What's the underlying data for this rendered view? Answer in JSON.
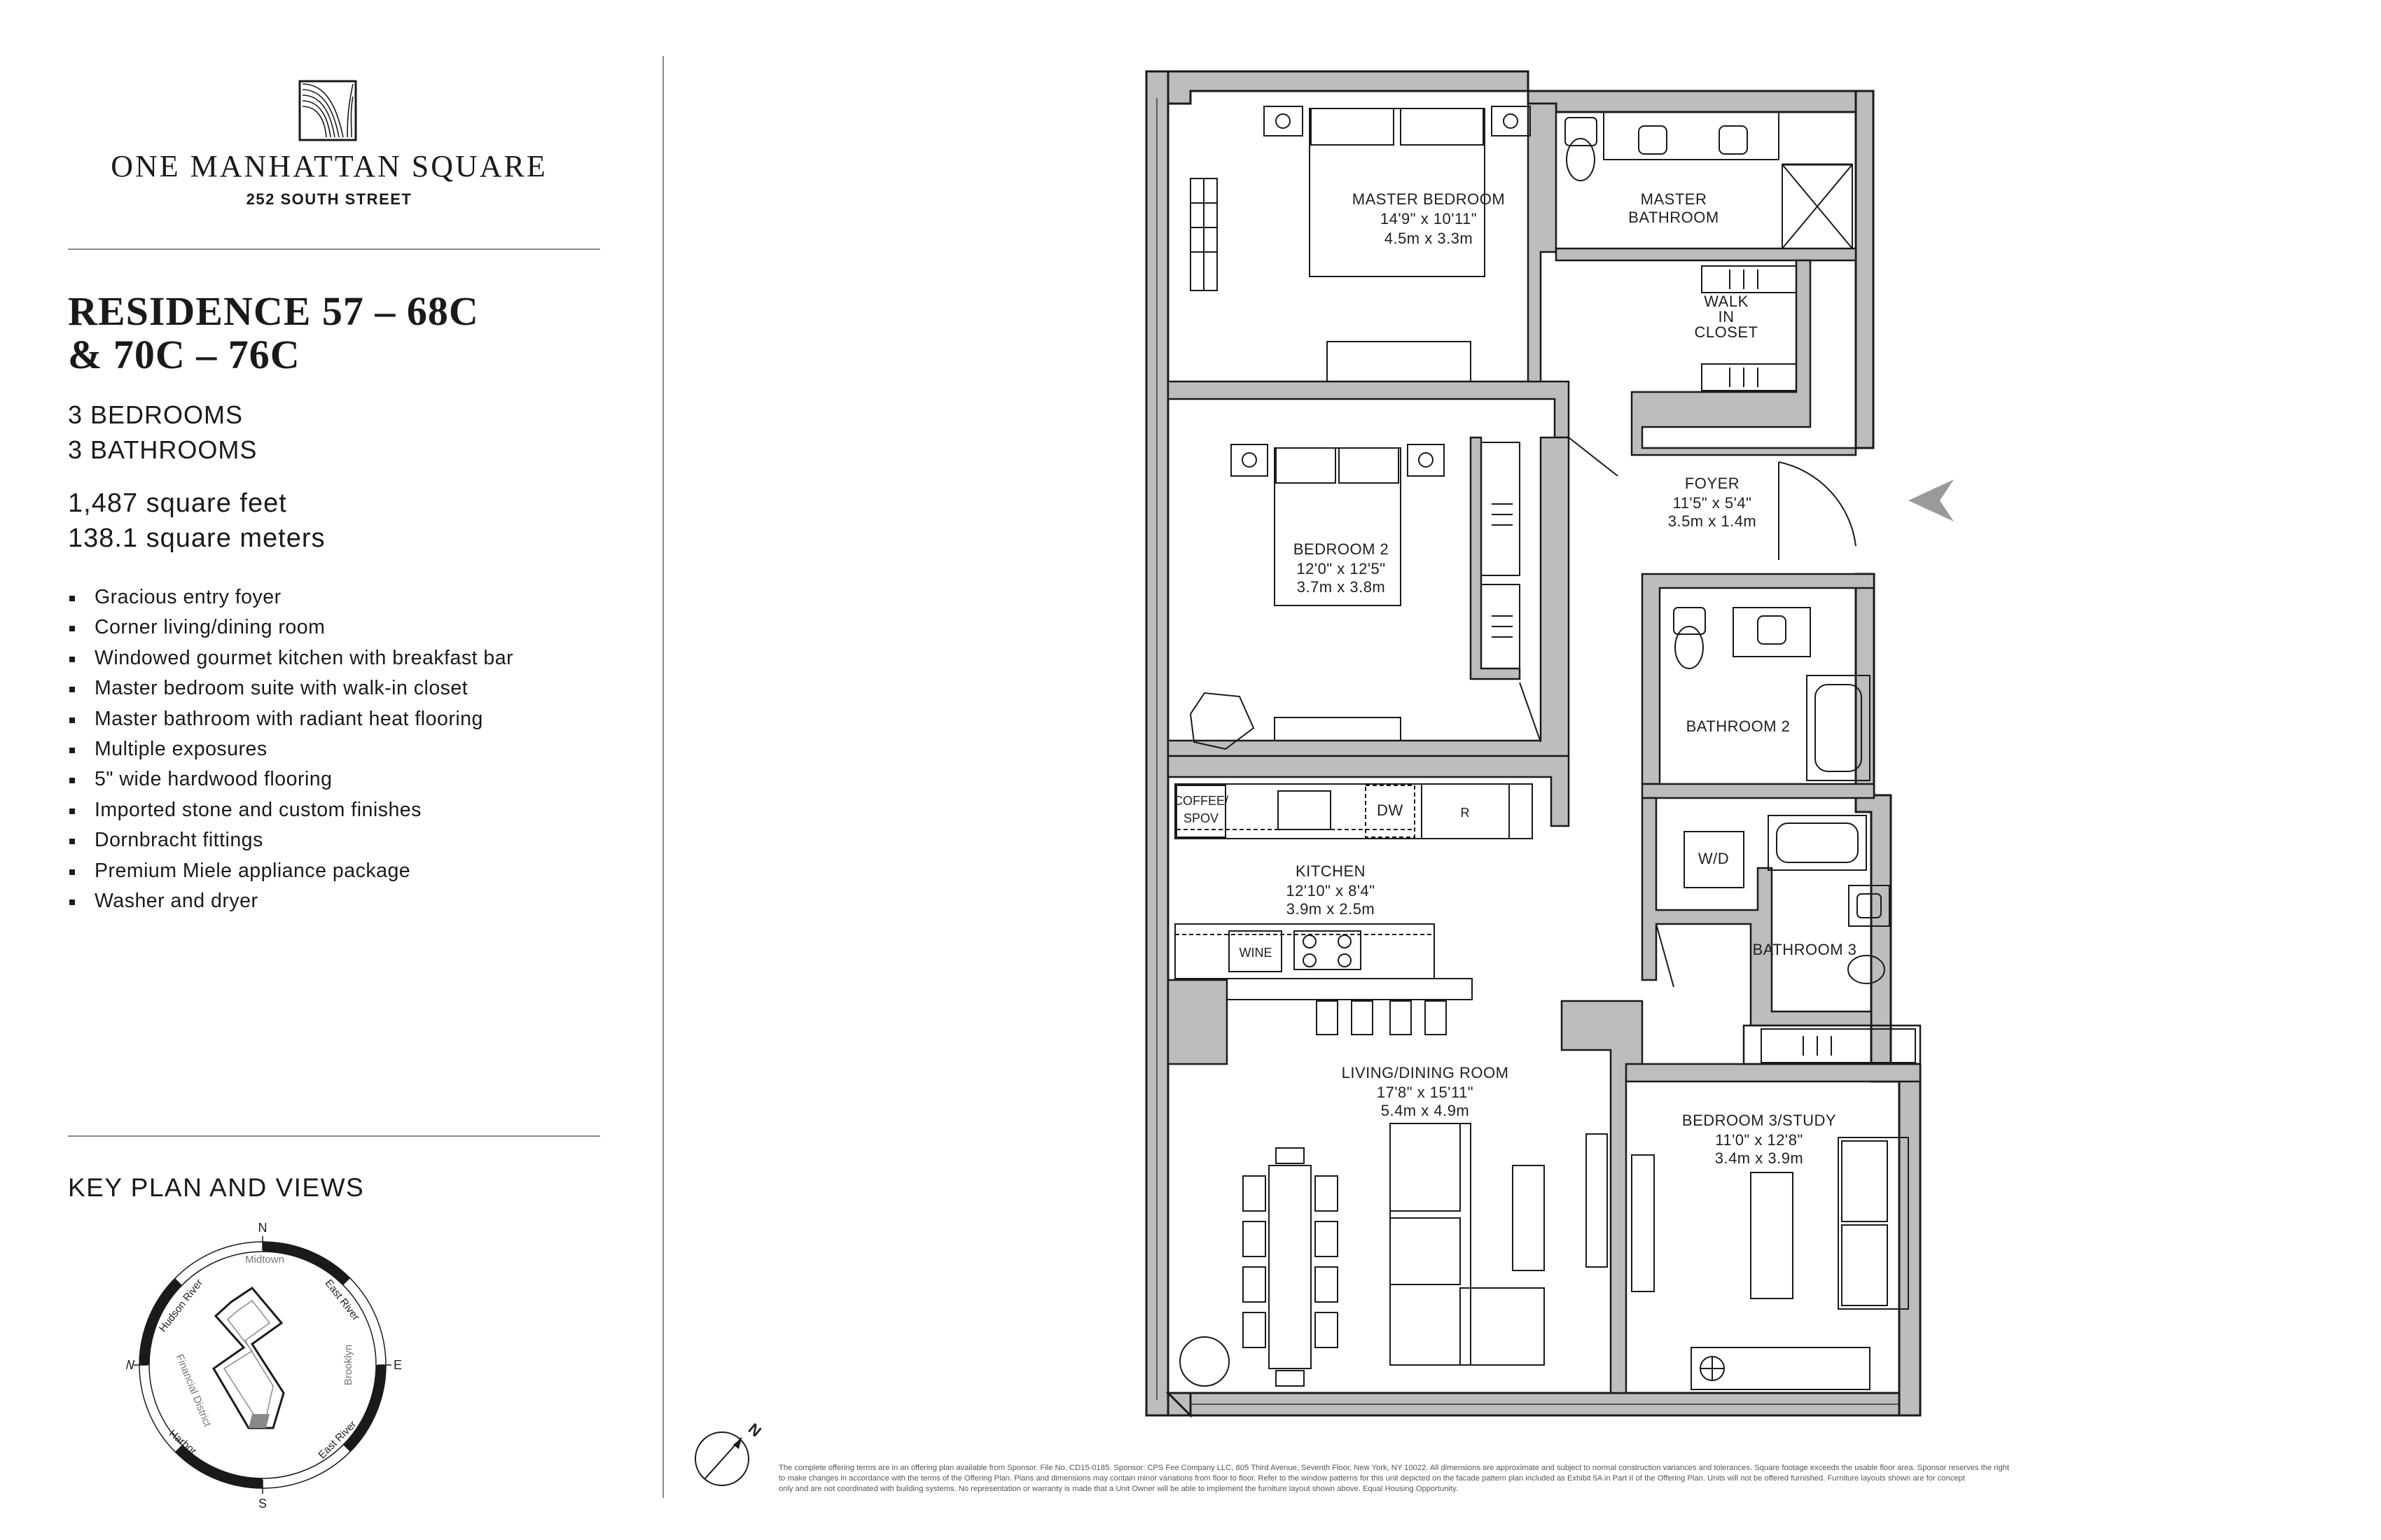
{
  "brand": {
    "name": "ONE MANHATTAN SQUARE",
    "address": "252 SOUTH STREET"
  },
  "residence": {
    "title_line1": "RESIDENCE 57 – 68C",
    "title_line2": "& 70C – 76C",
    "bedrooms": "3 BEDROOMS",
    "bathrooms": "3 BATHROOMS",
    "square_feet": "1,487 square feet",
    "square_meters": "138.1 square meters"
  },
  "features": [
    "Gracious entry foyer",
    "Corner living/dining room",
    "Windowed gourmet kitchen with breakfast bar",
    "Master bedroom suite with walk-in closet",
    "Master bathroom with radiant heat flooring",
    "Multiple exposures",
    "5\" wide hardwood flooring",
    "Imported stone and custom finishes",
    "Dornbracht fittings",
    "Premium Miele appliance package",
    "Washer and dryer"
  ],
  "key_plan": {
    "title": "KEY PLAN AND VIEWS",
    "compass": {
      "n": "N",
      "s": "S",
      "e": "E",
      "w": "W"
    },
    "labels": {
      "hudson_river": "Hudson River",
      "midtown": "Midtown",
      "east_river_top": "East River",
      "brooklyn": "Brooklyn",
      "financial_district": "Financial District",
      "harbor": "Harbor",
      "east_river_bottom": "East River"
    }
  },
  "rooms": {
    "master_bedroom": {
      "name": "MASTER BEDROOM",
      "imperial": "14'9\" x 10'11\"",
      "metric": "4.5m x 3.3m"
    },
    "master_bathroom": {
      "name_line1": "MASTER",
      "name_line2": "BATHROOM"
    },
    "walk_in_closet": {
      "line1": "WALK",
      "line2": "IN",
      "line3": "CLOSET"
    },
    "foyer": {
      "name": "FOYER",
      "imperial": "11'5\" x 5'4\"",
      "metric": "3.5m x 1.4m"
    },
    "bedroom_2": {
      "name": "BEDROOM 2",
      "imperial": "12'0\" x 12'5\"",
      "metric": "3.7m x 3.8m"
    },
    "bathroom_2": {
      "name": "BATHROOM 2"
    },
    "kitchen": {
      "name": "KITCHEN",
      "imperial": "12'10\" x 8'4\"",
      "metric": "3.9m x 2.5m"
    },
    "bathroom_3": {
      "name": "BATHROOM 3"
    },
    "living_dining": {
      "name": "LIVING/DINING ROOM",
      "imperial": "17'8\" x 15'11\"",
      "metric": "5.4m x 4.9m"
    },
    "bedroom_3": {
      "name": "BEDROOM 3/STUDY",
      "imperial": "11'0\" x 12'8\"",
      "metric": "3.4m x 3.9m"
    }
  },
  "appliances": {
    "coffee_line1": "COFFEE/",
    "coffee_line2": "SPOV",
    "dishwasher": "DW",
    "refrigerator": "R",
    "wine": "WINE",
    "washer_dryer": "W/D"
  },
  "plan_compass": {
    "n": "N"
  },
  "disclaimer": {
    "line1": "The complete offering terms are in an offering plan available from Sponsor. File No. CD15-0185. Sponsor: CPS Fee Company LLC, 805 Third Avenue, Seventh Floor, New York, NY 10022. All dimensions are approximate and subject to normal construction variances and tolerances. Square footage exceeds the usable floor area. Sponsor reserves the right",
    "line2": "to make changes in accordance with the terms of the Offering Plan. Plans and dimensions may contain minor variations from floor to floor. Refer to the window patterns for this unit depicted on the facade pattern plan included as Exhibit 5A in Part II of the Offering Plan. Units will not be offered furnished. Furniture layouts shown are for concept",
    "line3": "only and are not coordinated with building systems. No representation or warranty is made that a Unit Owner will be able to implement the furniture layout shown above. Equal Housing Opportunity."
  },
  "colors": {
    "wall": "#bdbdbd",
    "line": "#1a1a1a",
    "accent_gray": "#8a8a8a"
  }
}
